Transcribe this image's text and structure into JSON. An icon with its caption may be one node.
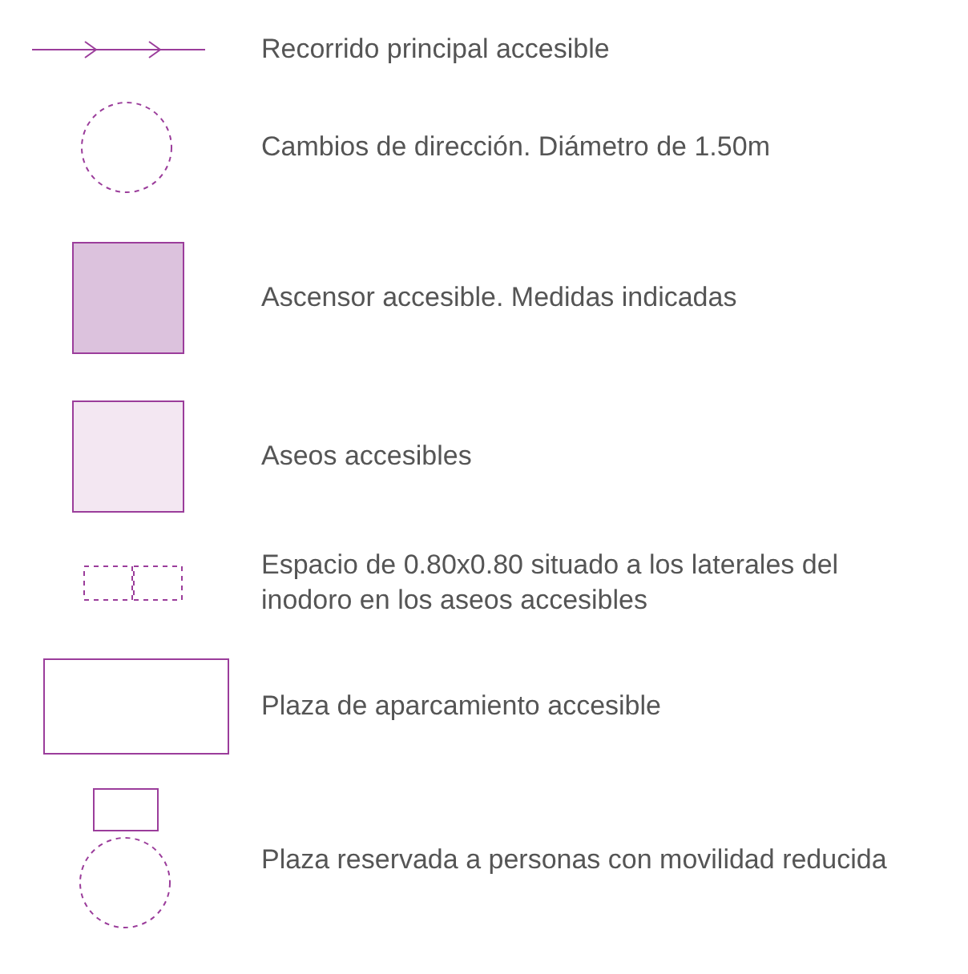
{
  "diagram": {
    "legend": [
      {
        "text": "Recorrido principal accesible"
      },
      {
        "text": "Cambios de dirección. Diámetro de 1.50m"
      },
      {
        "text": "Ascensor accesible. Medidas indicadas",
        "color": "#dcc2dd"
      },
      {
        "text": "Aseos accesibles",
        "color": "#f3e7f2"
      },
      {
        "text": "Espacio de 0.80x0.80 situado a los laterales del inodoro en los aseos accesibles"
      },
      {
        "text": "Plaza de aparcamiento accesible"
      },
      {
        "text": "Plaza reservada a personas con movilidad reducida"
      }
    ]
  }
}
